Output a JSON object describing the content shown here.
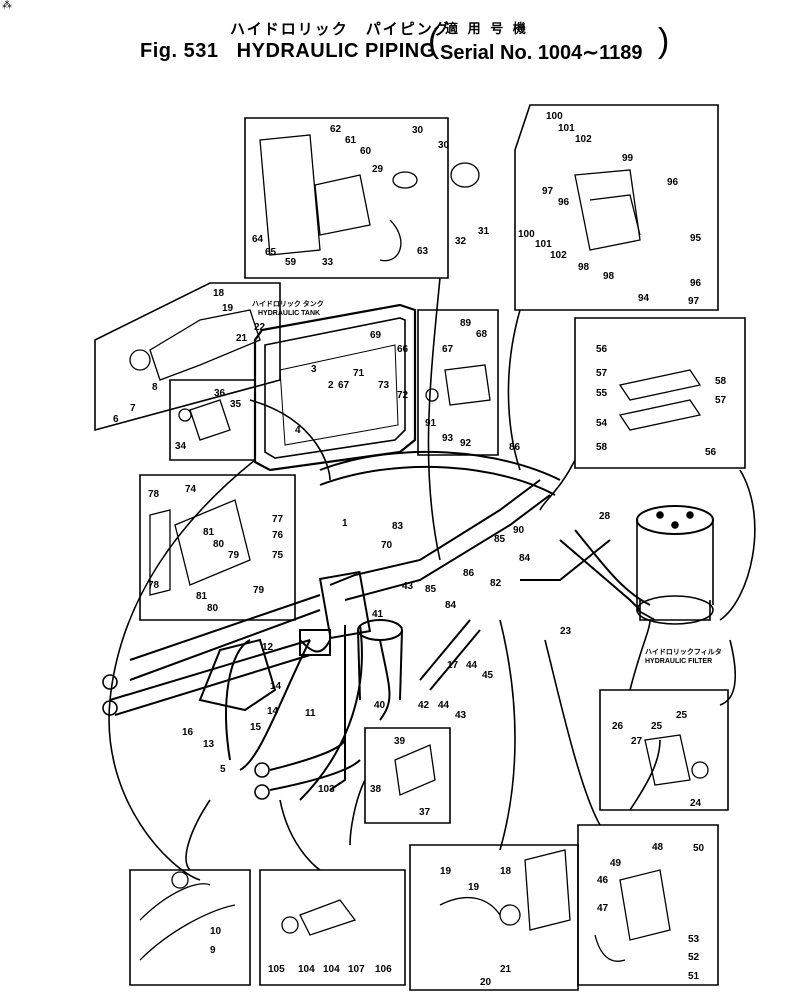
{
  "corner_mark": "⁂",
  "title": {
    "jp_part": "ハイドロリック　パイピング",
    "jp_serial": "適 用 号 機",
    "fig_label": "Fig. 531",
    "en_title": "HYDRAULIC PIPING",
    "serial": "Serial No. 1004∼1189"
  },
  "callouts": {
    "tank_jp": "ハイドロリック タンク",
    "tank_en": "HYDRAULIC TANK",
    "filter_jp": "ハイドロリックフィルタ",
    "filter_en": "HYDRAULIC FILTER"
  },
  "part_numbers": {
    "p1": "1",
    "p3": "3",
    "p4": "4",
    "p5": "5",
    "p6": "6",
    "p7": "7",
    "p8": "8",
    "p9": "9",
    "p10": "10",
    "p11": "11",
    "p12": "12",
    "p13": "13",
    "p14": "14",
    "p15": "15",
    "p16": "16",
    "p17": "17",
    "p18": "18",
    "p19": "19",
    "p20": "20",
    "p21": "21",
    "p22": "22",
    "p23": "23",
    "p24": "24",
    "p25": "25",
    "p26": "26",
    "p27": "27",
    "p28": "28",
    "p29": "29",
    "p30": "30",
    "p31": "31",
    "p32": "32",
    "p33": "33",
    "p34": "34",
    "p35": "35",
    "p36": "36",
    "p37": "37",
    "p38": "38",
    "p39": "39",
    "p40": "40",
    "p41": "41",
    "p42": "42",
    "p43": "43",
    "p44": "44",
    "p45": "45",
    "p46": "46",
    "p47": "47",
    "p48": "48",
    "p49": "49",
    "p50": "50",
    "p51": "51",
    "p52": "52",
    "p53": "53",
    "p54": "54",
    "p55": "55",
    "p56": "56",
    "p57": "57",
    "p58": "58",
    "p59": "59",
    "p60": "60",
    "p61": "61",
    "p62": "62",
    "p63": "63",
    "p64": "64",
    "p65": "65",
    "p66": "66",
    "p67": "67",
    "p68": "68",
    "p69": "69",
    "p70": "70",
    "p71": "71",
    "p72": "72",
    "p73": "73",
    "p74": "74",
    "p75": "75",
    "p76": "76",
    "p77": "77",
    "p78": "78",
    "p79": "79",
    "p80": "80",
    "p81": "81",
    "p82": "82",
    "p83": "83",
    "p84": "84",
    "p85": "85",
    "p86": "86",
    "p89": "89",
    "p90": "90",
    "p91": "91",
    "p92": "92",
    "p93": "93",
    "p94": "94",
    "p95": "95",
    "p96": "96",
    "p97": "97",
    "p98": "98",
    "p99": "99",
    "p100": "100",
    "p101": "101",
    "p102": "102",
    "p103": "103",
    "p104": "104",
    "p105": "105",
    "p106": "106",
    "p107": "107",
    "p2": "2"
  },
  "colors": {
    "ink": "#000000",
    "paper": "#ffffff"
  }
}
